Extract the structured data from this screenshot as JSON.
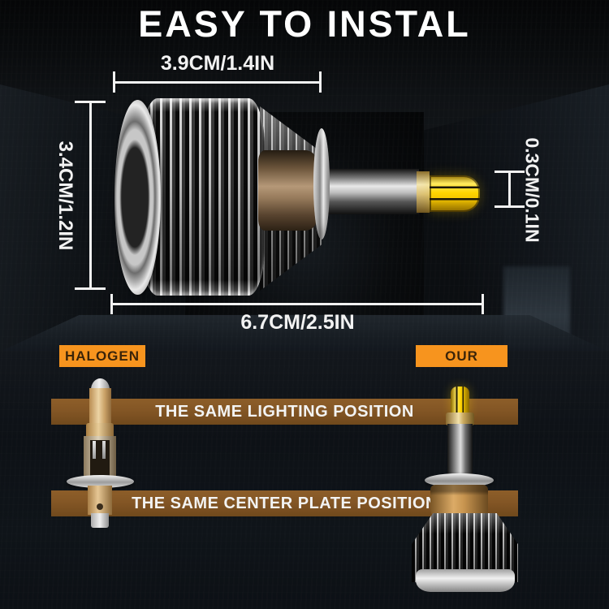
{
  "title": "EASY TO INSTAL",
  "dimensions": {
    "width_top": "3.9CM/1.4IN",
    "height_left": "3.4CM/1.2IN",
    "tip_right": "0.3CM/0.1IN",
    "length_bottom": "6.7CM/2.5IN"
  },
  "comparison": {
    "halogen_label": "HALOGEN",
    "our_label": "OUR",
    "banner_lighting": "THE SAME LIGHTING POSITION",
    "banner_center_plate": "THE SAME CENTER PLATE POSITION"
  },
  "colors": {
    "accent-orange": "#F7941E",
    "banner-brown": "#8A5A26",
    "label-text": "#3B2409",
    "led-yellow": "#FFD400",
    "dimension-white": "#F2F2F2"
  }
}
